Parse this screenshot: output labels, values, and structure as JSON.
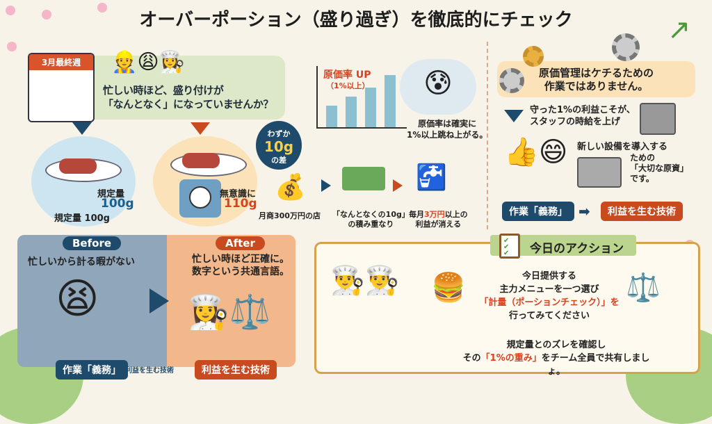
{
  "title": "オーバーポーション（盛り過ぎ）を徹底的にチェック",
  "intro": {
    "calendar_label": "3月最終週",
    "question_line1": "忙しい時ほど、盛り付けが",
    "question_line2": "「なんとなく」になっていませんか？"
  },
  "standard": {
    "label": "規定量",
    "value": "100g",
    "caption": "規定量 100g"
  },
  "over": {
    "label": "無意識に",
    "value": "110g"
  },
  "diff_bubble": {
    "line1": "わずか",
    "value": "10g",
    "line2": "の差"
  },
  "cost_chart": {
    "title": "原価率 UP",
    "subtitle": "（1%以上）",
    "bar_levels": [
      0.35,
      0.5,
      0.65,
      0.85
    ]
  },
  "thought": {
    "line1": "原価率は確実に",
    "line2": "1%以上跳ね上がる。"
  },
  "flow": [
    {
      "icon": "money-bags-icon",
      "line1": "月商300万円の店",
      "line2": ""
    },
    {
      "icon": "dripping-cash-icon",
      "line1": "「なんとなくの10g」",
      "line2": "の積み重なり"
    },
    {
      "icon": "faucet-icon",
      "line1_pre": "毎月",
      "line1_em": "3万円",
      "line1_post": "以上の",
      "line2": "利益が消える"
    }
  ],
  "right": {
    "banner_line1": "原価管理はケチるための",
    "banner_line2": "作業ではありません。",
    "text1_line1": "守った1%の利益こそが、",
    "text1_line2": "スタッフの時給を上げ",
    "text2_line1": "新しい設備を導入する",
    "text2_line2": "ための",
    "text2_line3": "「大切な原資」",
    "text2_line4": "です。",
    "from_label": "作業「義務」",
    "to_label": "利益を生む技術"
  },
  "before_after": {
    "before_tag": "Before",
    "before_text": "忙しいから計る暇がない",
    "after_tag": "After",
    "after_line1": "忙しい時ほど正確に。",
    "after_line2": "数字という共通言語。",
    "from_label": "作業「義務」",
    "arrow_label": "利益を生む技術",
    "to_label": "利益を生む技術"
  },
  "action": {
    "heading": "今日のアクション",
    "line1": "今日提供する",
    "line2": "主力メニューを一つ選び",
    "line3": "「計量（ポーションチェック）」を",
    "line4": "行ってみてください",
    "line5": "規定量とのズレを確認し",
    "line6_pre": "その",
    "line6_em": "「1%の重み」",
    "line6_post": "をチーム全員で共有しましょ。"
  },
  "colors": {
    "navy": "#1e4a6b",
    "rust": "#c84a1e",
    "red": "#d9421f",
    "green": "#bcd58e",
    "cream": "#f8f3e8"
  }
}
